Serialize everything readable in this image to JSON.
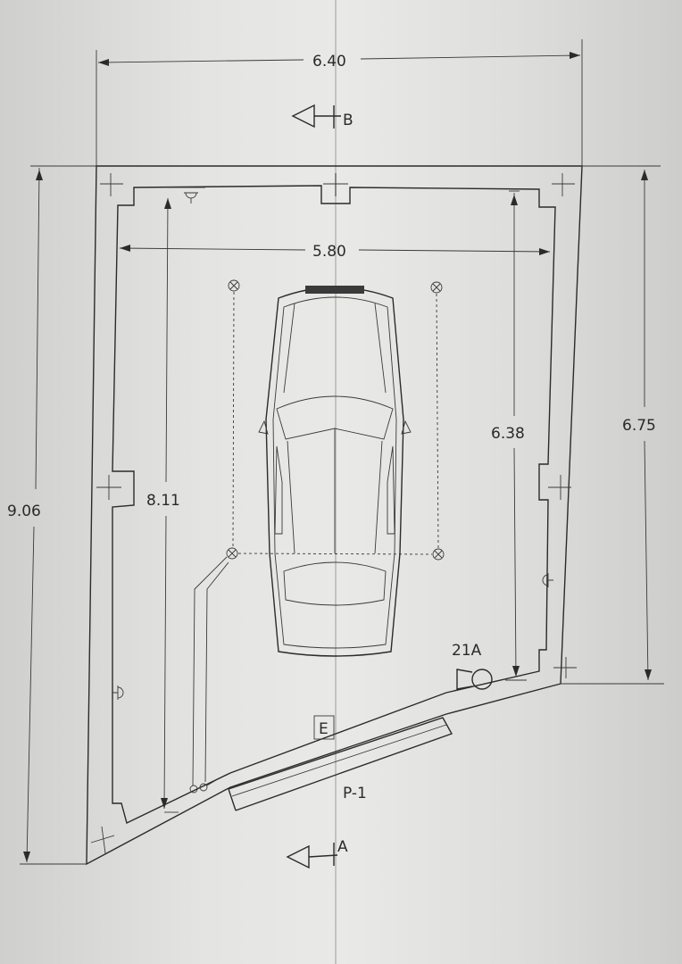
{
  "dimensions": {
    "top_width": "6.40",
    "inner_width": "5.80",
    "left_height": "9.06",
    "inner_left_height": "8.11",
    "inner_right_height": "6.38",
    "right_height": "6.75"
  },
  "labels": {
    "section_b": "B",
    "section_a": "A",
    "room_tag": "E",
    "extinguisher": "21A",
    "door_code": "P-1"
  }
}
